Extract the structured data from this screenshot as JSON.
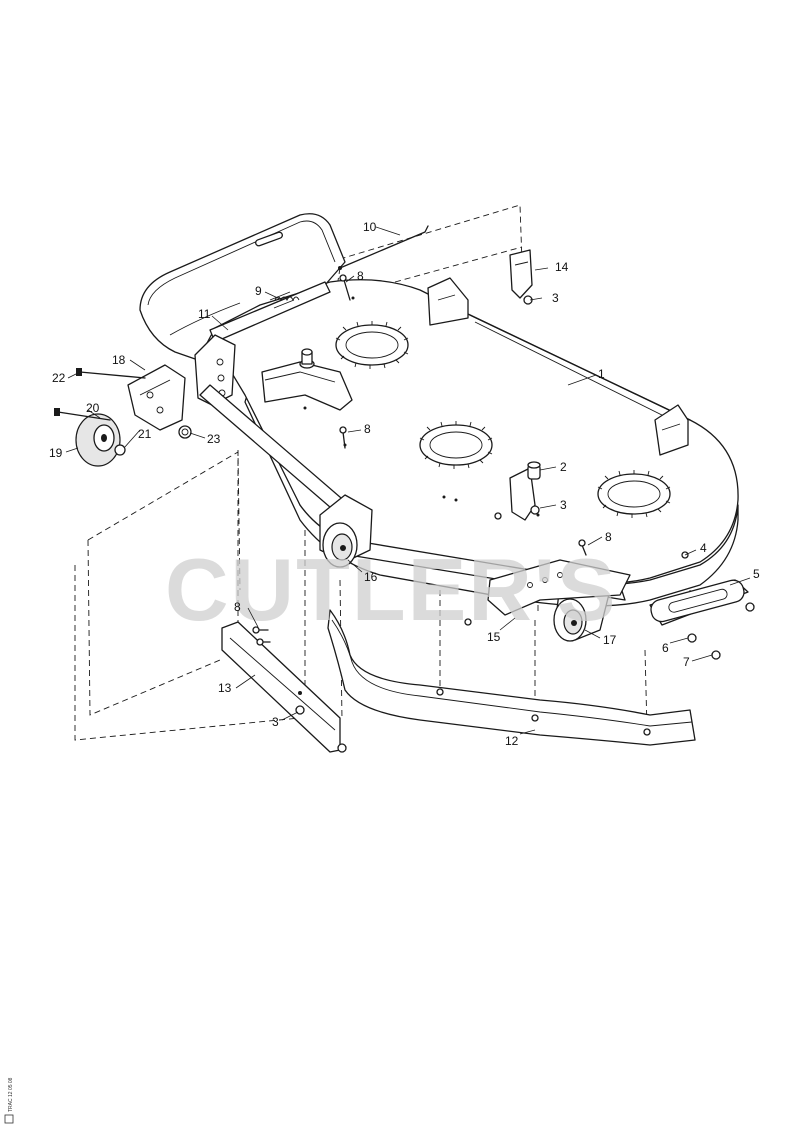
{
  "watermark": "CUTLER'S",
  "callouts": [
    {
      "id": "1",
      "label": "1"
    },
    {
      "id": "2",
      "label": "2"
    },
    {
      "id": "3a",
      "label": "3"
    },
    {
      "id": "3b",
      "label": "3"
    },
    {
      "id": "3c",
      "label": "3"
    },
    {
      "id": "4",
      "label": "4"
    },
    {
      "id": "5",
      "label": "5"
    },
    {
      "id": "6",
      "label": "6"
    },
    {
      "id": "7",
      "label": "7"
    },
    {
      "id": "8a",
      "label": "8"
    },
    {
      "id": "8b",
      "label": "8"
    },
    {
      "id": "8c",
      "label": "8"
    },
    {
      "id": "8d",
      "label": "8"
    },
    {
      "id": "9",
      "label": "9"
    },
    {
      "id": "10",
      "label": "10"
    },
    {
      "id": "11",
      "label": "11"
    },
    {
      "id": "12",
      "label": "12"
    },
    {
      "id": "13",
      "label": "13"
    },
    {
      "id": "14",
      "label": "14"
    },
    {
      "id": "15",
      "label": "15"
    },
    {
      "id": "16",
      "label": "16"
    },
    {
      "id": "17",
      "label": "17"
    },
    {
      "id": "18",
      "label": "18"
    },
    {
      "id": "19",
      "label": "19"
    },
    {
      "id": "20",
      "label": "20"
    },
    {
      "id": "21",
      "label": "21"
    },
    {
      "id": "22",
      "label": "22"
    },
    {
      "id": "23",
      "label": "23"
    }
  ],
  "side_code": "TRAC 12 05 08"
}
